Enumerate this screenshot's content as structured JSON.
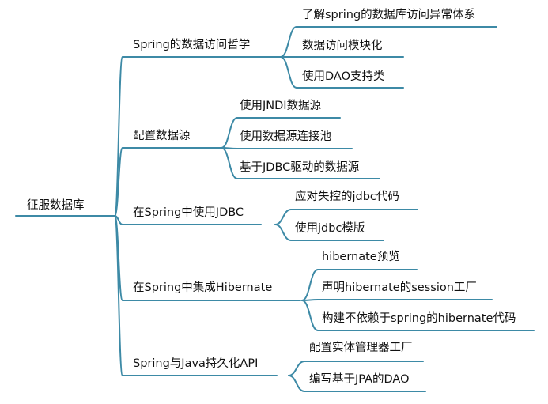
{
  "mindmap": {
    "root": "征服数据库",
    "branches": [
      {
        "label": "Spring的数据访问哲学",
        "children": [
          "了解spring的数据库访问异常体系",
          "数据访问模块化",
          "使用DAO支持类"
        ]
      },
      {
        "label": "配置数据源",
        "children": [
          "使用JNDI数据源",
          "使用数据源连接池",
          "基于JDBC驱动的数据源"
        ]
      },
      {
        "label": "在Spring中使用JDBC",
        "children": [
          "应对失控的jdbc代码",
          "使用jdbc模版"
        ]
      },
      {
        "label": "在Spring中集成Hibernate",
        "children": [
          "hibernate预览",
          "声明hibernate的session工厂",
          "构建不依赖于spring的hibernate代码"
        ]
      },
      {
        "label": "Spring与Java持久化API",
        "children": [
          "配置实体管理器工厂",
          "编写基于JPA的DAO"
        ]
      }
    ]
  },
  "colors": {
    "line": "#3d8aa6",
    "text": "#111111",
    "background": "#ffffff"
  }
}
